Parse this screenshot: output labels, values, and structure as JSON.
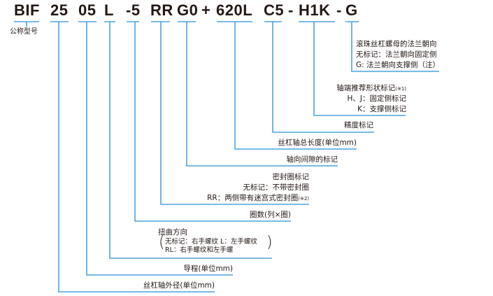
{
  "diagram": {
    "title": "Ball screw model number designation",
    "line_color": "#4aa3df",
    "text_color": "#231815",
    "code_segments": [
      {
        "id": "bif",
        "text": "BIF"
      },
      {
        "id": "dia",
        "text": "25"
      },
      {
        "id": "lead",
        "text": "05"
      },
      {
        "id": "hand",
        "text": "L"
      },
      {
        "id": "circuits",
        "text": "-5"
      },
      {
        "id": "seal",
        "text": "RR"
      },
      {
        "id": "preload",
        "text": "G0"
      },
      {
        "id": "plus",
        "text": "+"
      },
      {
        "id": "length",
        "text": "620L"
      },
      {
        "id": "accuracy",
        "text": "C5"
      },
      {
        "id": "dash1",
        "text": "-"
      },
      {
        "id": "end",
        "text": "H1K"
      },
      {
        "id": "dash2",
        "text": "-"
      },
      {
        "id": "flange",
        "text": "G"
      }
    ],
    "labels": {
      "model": "公称型号",
      "flange": [
        "滚珠丝杠螺母的法兰朝向",
        "无标记：法兰朝向固定侧",
        "G: 法兰朝向支撑侧（注）"
      ],
      "end": {
        "title": "轴端推荐形状标记",
        "note": "(※1)",
        "lines": [
          "H、J：固定侧标记",
          "K：支撑侧标记"
        ]
      },
      "accuracy": "精度标记",
      "length": "丝杠轴总长度(单位mm)",
      "preload": "轴向间隙的标记",
      "seal": {
        "title": "密封圈标记",
        "lines": [
          "无标记：不带密封圈",
          "RR：两侧带有迷宫式密封圈"
        ],
        "note": "(※2)"
      },
      "circuits": "圈数(列×圈)",
      "hand": {
        "title": "扭曲方向",
        "lines": [
          "无标记：右手螺纹  L：左手螺纹",
          "RL：右手螺纹和左手螺"
        ]
      },
      "lead": "导程(单位mm)",
      "dia": "丝杠轴外径(单位mm)"
    }
  }
}
